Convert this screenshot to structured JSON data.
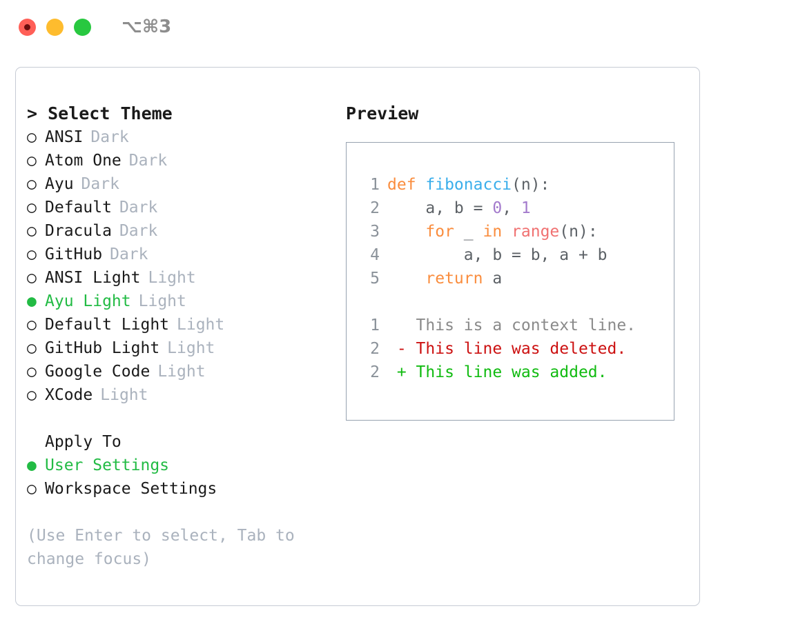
{
  "titlebar": {
    "lights": [
      {
        "name": "close-button",
        "color": "#ff5f57",
        "active": true
      },
      {
        "name": "minimize-button",
        "color": "#febc2e",
        "active": false
      },
      {
        "name": "maximize-button",
        "color": "#28c840",
        "active": false
      }
    ],
    "shortcut": "⌥⌘3"
  },
  "left": {
    "header": "> Select Theme",
    "themes": [
      {
        "marker": "○",
        "label": "ANSI",
        "tag": "Dark",
        "selected": false
      },
      {
        "marker": "○",
        "label": "Atom One",
        "tag": "Dark",
        "selected": false
      },
      {
        "marker": "○",
        "label": "Ayu",
        "tag": "Dark",
        "selected": false
      },
      {
        "marker": "○",
        "label": "Default",
        "tag": "Dark",
        "selected": false
      },
      {
        "marker": "○",
        "label": "Dracula",
        "tag": "Dark",
        "selected": false
      },
      {
        "marker": "○",
        "label": "GitHub",
        "tag": "Dark",
        "selected": false
      },
      {
        "marker": "○",
        "label": "ANSI Light",
        "tag": "Light",
        "selected": false
      },
      {
        "marker": "●",
        "label": "Ayu Light",
        "tag": "Light",
        "selected": true
      },
      {
        "marker": "○",
        "label": "Default Light",
        "tag": "Light",
        "selected": false
      },
      {
        "marker": "○",
        "label": "GitHub Light",
        "tag": "Light",
        "selected": false
      },
      {
        "marker": "○",
        "label": "Google Code",
        "tag": "Light",
        "selected": false
      },
      {
        "marker": "○",
        "label": "XCode",
        "tag": "Light",
        "selected": false
      }
    ],
    "apply_to_title": "Apply To",
    "apply_to": [
      {
        "marker": "●",
        "label": "User Settings",
        "selected": true
      },
      {
        "marker": "○",
        "label": "Workspace Settings",
        "selected": false
      }
    ],
    "hint": "(Use Enter to select, Tab to change focus)"
  },
  "right": {
    "preview_title": "Preview",
    "code_lines": [
      {
        "lineno": "1",
        "tokens": [
          {
            "text": "def ",
            "type": "kw"
          },
          {
            "text": "fibonacci",
            "type": "fn"
          },
          {
            "text": "(n):",
            "type": "txt"
          }
        ]
      },
      {
        "lineno": "2",
        "tokens": [
          {
            "text": "    a, b = ",
            "type": "txt"
          },
          {
            "text": "0",
            "type": "num"
          },
          {
            "text": ", ",
            "type": "txt"
          },
          {
            "text": "1",
            "type": "num"
          }
        ]
      },
      {
        "lineno": "3",
        "tokens": [
          {
            "text": "    ",
            "type": "txt"
          },
          {
            "text": "for",
            "type": "kw"
          },
          {
            "text": " _ ",
            "type": "txt"
          },
          {
            "text": "in",
            "type": "kw"
          },
          {
            "text": " ",
            "type": "txt"
          },
          {
            "text": "range",
            "type": "bi"
          },
          {
            "text": "(n):",
            "type": "txt"
          }
        ]
      },
      {
        "lineno": "4",
        "tokens": [
          {
            "text": "        a, b = b, a + b",
            "type": "txt"
          }
        ]
      },
      {
        "lineno": "5",
        "tokens": [
          {
            "text": "    ",
            "type": "txt"
          },
          {
            "text": "return",
            "type": "kw"
          },
          {
            "text": " a",
            "type": "txt"
          }
        ]
      }
    ],
    "diff_lines": [
      {
        "lineno": "1",
        "tokens": [
          {
            "text": "   This is a context line.",
            "type": "ctx"
          }
        ]
      },
      {
        "lineno": "2",
        "tokens": [
          {
            "text": " - This line was deleted.",
            "type": "del"
          }
        ]
      },
      {
        "lineno": "2",
        "tokens": [
          {
            "text": " + This line was added.",
            "type": "add"
          }
        ]
      }
    ]
  },
  "colors": {
    "keyword": "#fa8d3e",
    "function": "#3aaeeb",
    "builtin": "#f07171",
    "number": "#a37acc",
    "text": "#5c6166",
    "context": "#8a8a8a",
    "deleted": "#cc1111",
    "added": "#11bb11",
    "selected": "#22bb44",
    "muted": "#aab2bd",
    "lineno": "#8a9199"
  }
}
